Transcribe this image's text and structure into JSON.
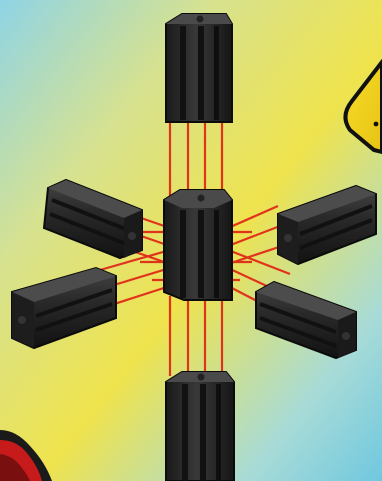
{
  "illustration": {
    "subject": "black-connector-block-assembly",
    "colors": {
      "background_yellow": "#efe34d",
      "background_blue": "#7fcfe3",
      "guide_line": "#e0331c",
      "block_dark": "#1f1f1f",
      "block_mid": "#2c2c2c",
      "block_light": "#4a4a4a",
      "badge_yellow": "#f4d21e",
      "badge_outline": "#111111",
      "corner_red": "#c71b1b"
    },
    "pieces": [
      {
        "name": "center-block",
        "orientation": "vertical"
      },
      {
        "name": "top-block",
        "orientation": "vertical"
      },
      {
        "name": "bottom-block",
        "orientation": "vertical"
      },
      {
        "name": "upper-left-block",
        "orientation": "horizontal"
      },
      {
        "name": "upper-right-block",
        "orientation": "horizontal"
      },
      {
        "name": "lower-left-block",
        "orientation": "horizontal"
      },
      {
        "name": "lower-right-block",
        "orientation": "horizontal"
      }
    ],
    "decorations": [
      "yellow-badge-corner",
      "red-object-corner"
    ]
  }
}
